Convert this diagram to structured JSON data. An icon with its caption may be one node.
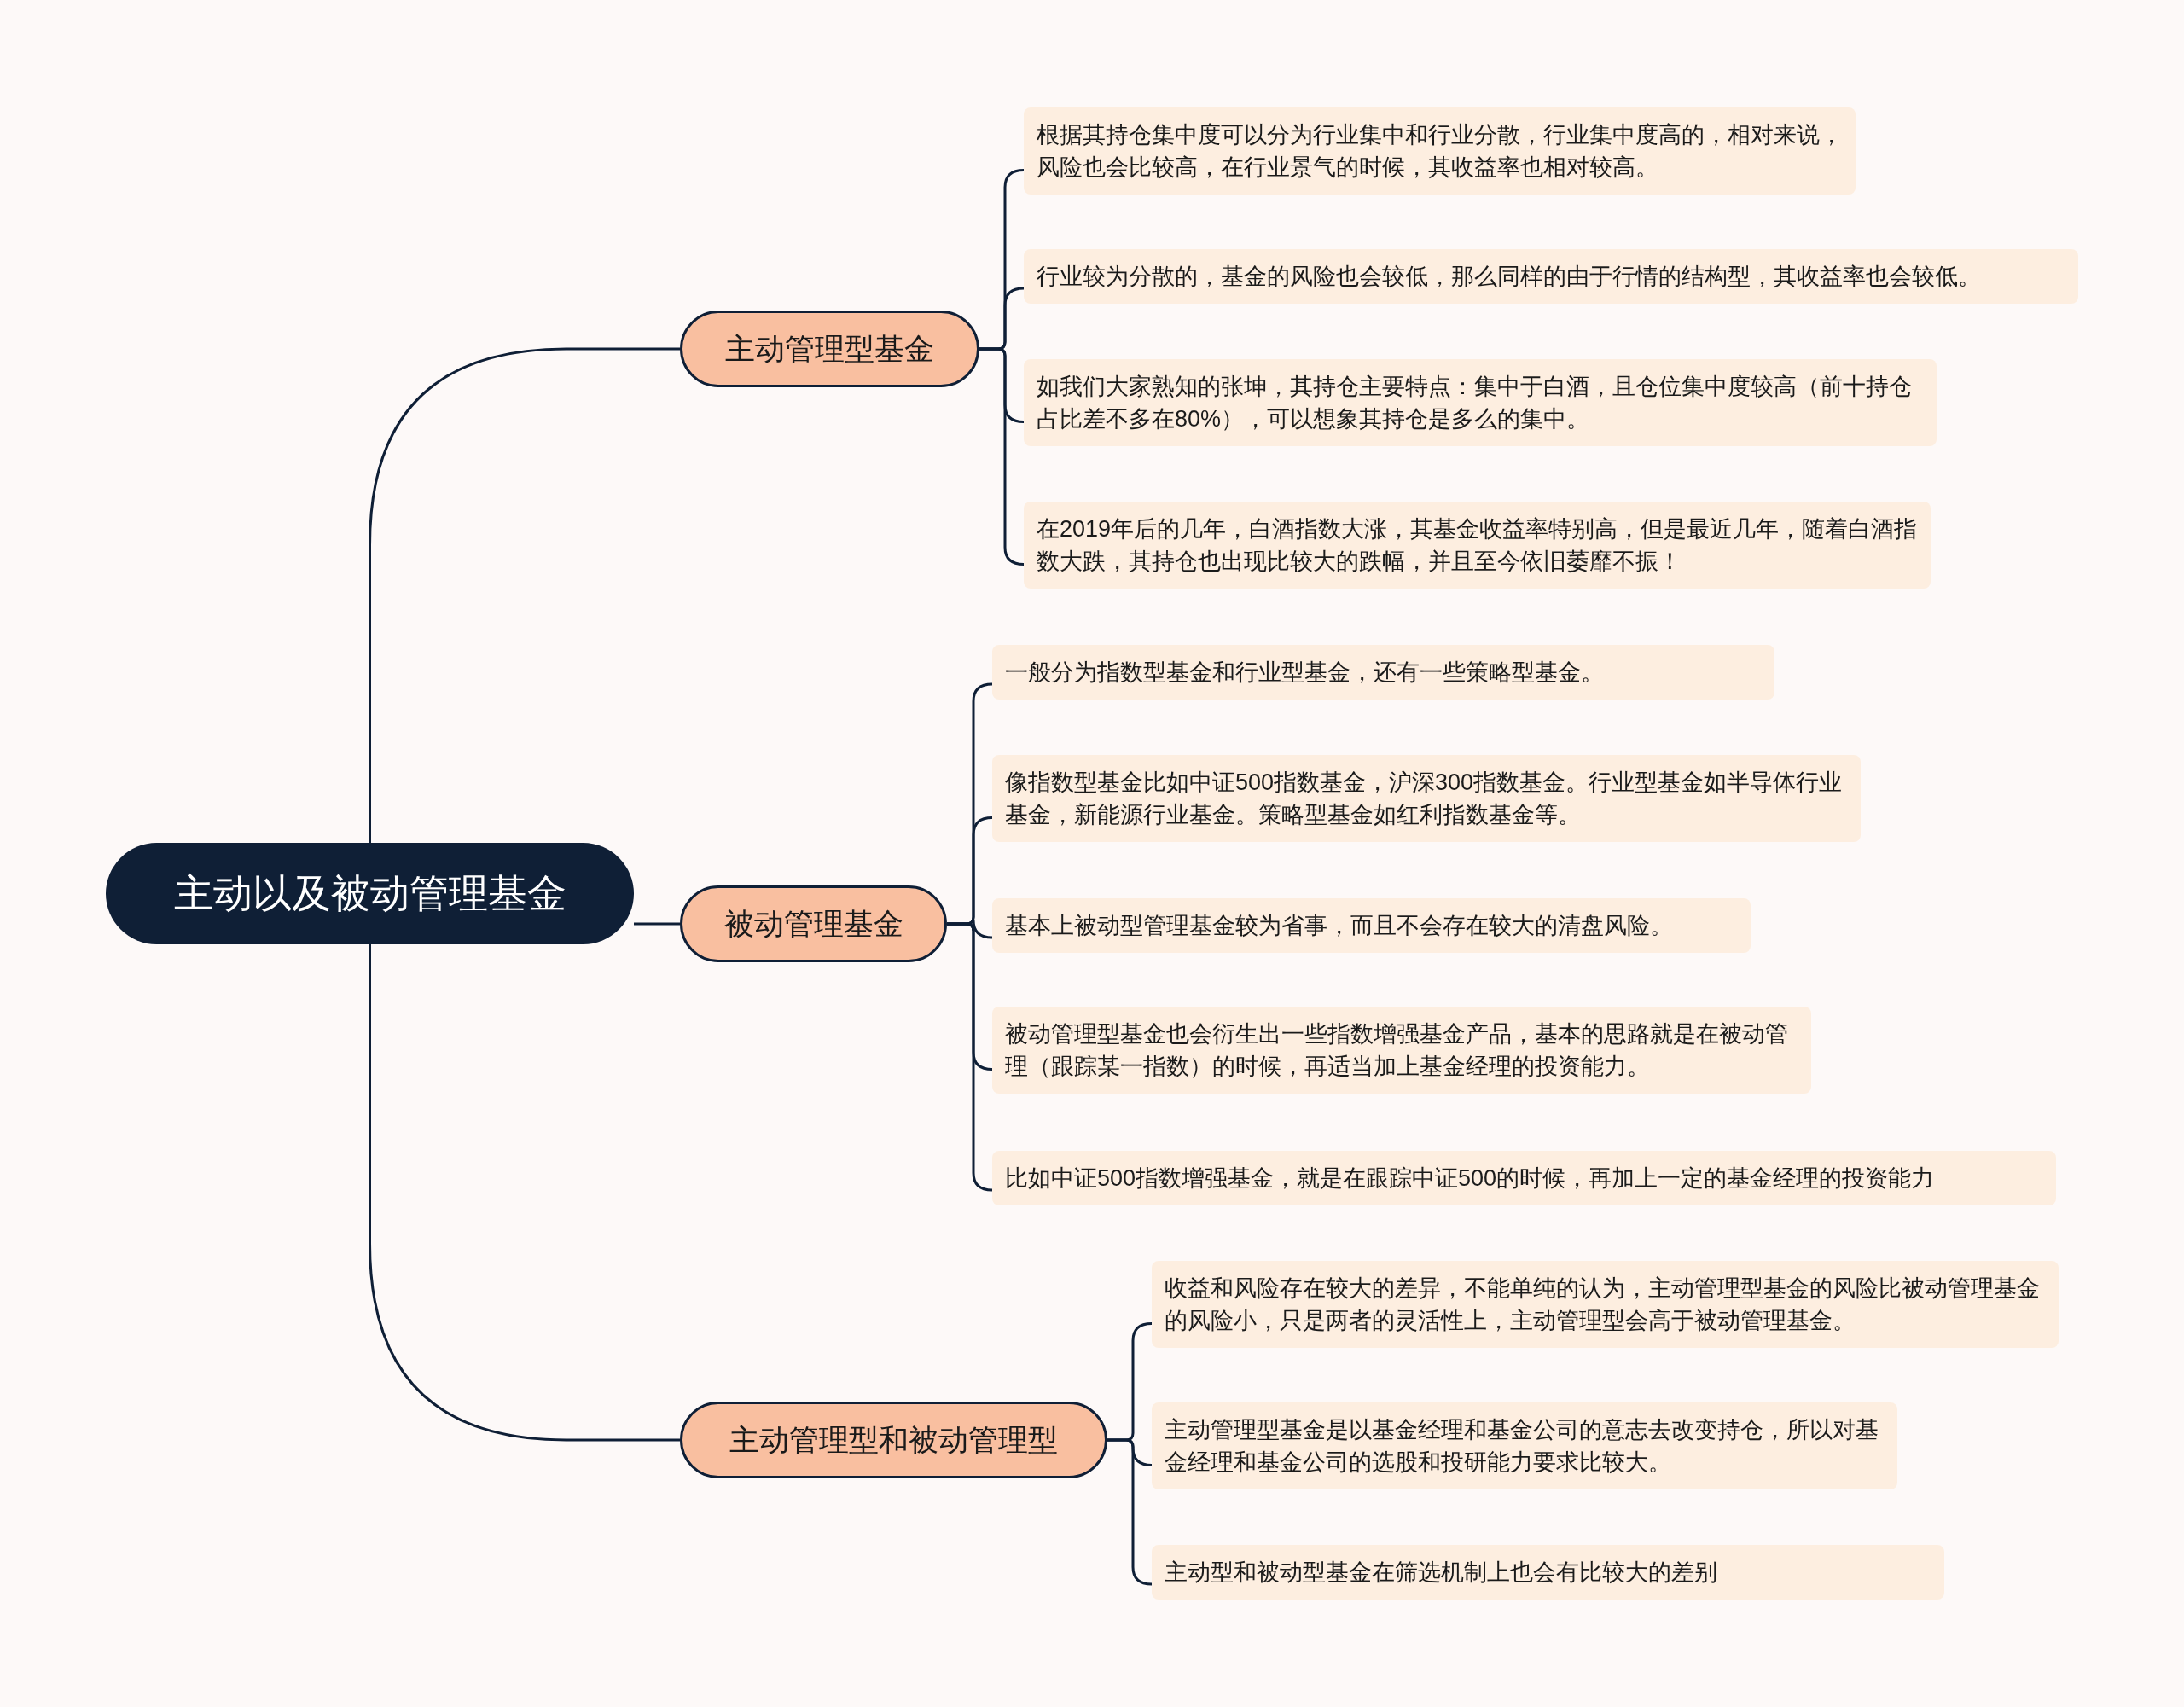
{
  "diagram": {
    "nodes": [
      {
        "text": [
          "主动以及被动管理基金"
        ]
      },
      {
        "text": [
          "主动管理型基金"
        ]
      },
      {
        "text": [
          "根据其持仓集中度可以分为行业集中和行业分散，行业集中度高的，相对来说，风险也会比较高，在行业景气的时候，其收益率也相对较高。"
        ]
      },
      {
        "text": [
          "行业较为分散的，基金的风险也会较低，那么同样的由于行情的结构型，其收益率也会较低。"
        ]
      },
      {
        "text": [
          "如我们大家熟知的张坤，其持仓主要特点：集中于白酒，且仓位集中度较高（前十持仓占比差不多在80%），可以想象其持仓是多么的集中。"
        ]
      },
      {
        "text": [
          "在2019年后的几年，白酒指数大涨，其基金收益率特别高，但是最近几年，随着白酒指数大跌，其持仓也出现比较大的跌幅，并且至今依旧萎靡不振！"
        ]
      },
      {
        "text": [
          "被动管理基金"
        ]
      },
      {
        "text": [
          "一般分为指数型基金和行业型基金，还有一些策略型基金。"
        ]
      },
      {
        "text": [
          "像指数型基金比如中证500指数基金，沪深300指数基金。行业型基金如半导体行业基金，新能源行业基金。策略型基金如红利指数基金等。"
        ]
      },
      {
        "text": [
          "基本上被动型管理基金较为省事，而且不会存在较大的清盘风险。"
        ]
      },
      {
        "text": [
          "被动管理型基金也会衍生出一些指数增强基金产品，基本的思路就是在被动管理（跟踪某一指数）的时候，再适当加上基金经理的投资能力。"
        ]
      },
      {
        "text": [
          "比如中证500指数增强基金，就是在跟踪中证500的时候，再加上一定的基金经理的投资能力"
        ]
      },
      {
        "text": [
          "主动管理型和被动管理型"
        ]
      },
      {
        "text": [
          "收益和风险存在较大的差异，不能单纯的认为，主动管理型基金的风险比被动管理基金的风险小，只是两者的灵活性上，主动管理型会高于被动管理基金。"
        ]
      },
      {
        "text": [
          "主动管理型基金是以基金经理和基金公司的意志去改变持仓，所以对基金经理和基金公司的选股和投研能力要求比较大。"
        ]
      },
      {
        "text": [
          "主动型和被动型基金在筛选机制上也会有比较大的差别"
        ]
      }
    ],
    "edges": [
      {
        "from": 0,
        "to": 1,
        "arrow": "none"
      },
      {
        "from": 1,
        "to": 2,
        "arrow": "none"
      },
      {
        "from": 1,
        "to": 3,
        "arrow": "none"
      },
      {
        "from": 1,
        "to": 4,
        "arrow": "none"
      },
      {
        "from": 1,
        "to": 5,
        "arrow": "none"
      },
      {
        "from": 0,
        "to": 6,
        "arrow": "none"
      },
      {
        "from": 6,
        "to": 7,
        "arrow": "none"
      },
      {
        "from": 6,
        "to": 8,
        "arrow": "none"
      },
      {
        "from": 6,
        "to": 9,
        "arrow": "none"
      },
      {
        "from": 6,
        "to": 10,
        "arrow": "none"
      },
      {
        "from": 6,
        "to": 11,
        "arrow": "none"
      },
      {
        "from": 0,
        "to": 12,
        "arrow": "none"
      },
      {
        "from": 12,
        "to": 13,
        "arrow": "none"
      },
      {
        "from": 12,
        "to": 14,
        "arrow": "none"
      },
      {
        "from": 12,
        "to": 15,
        "arrow": "none"
      }
    ]
  }
}
